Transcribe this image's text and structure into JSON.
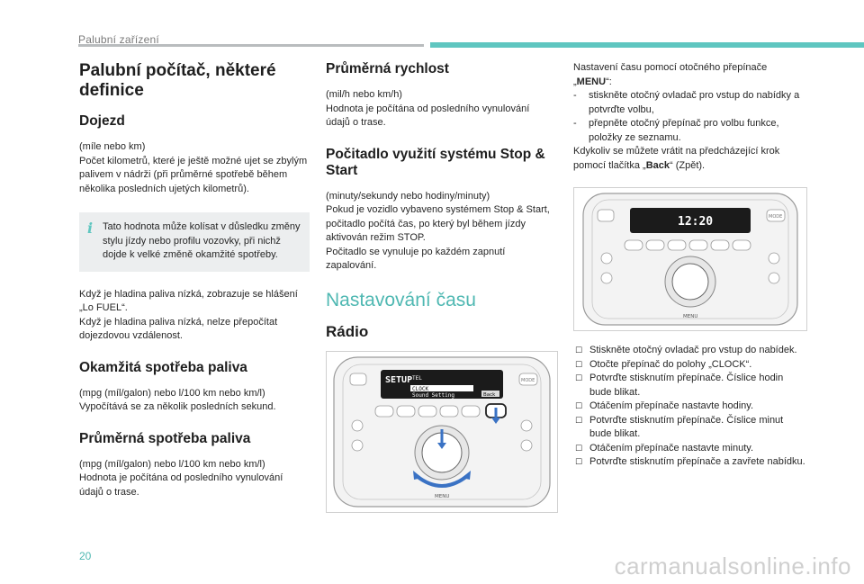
{
  "header": {
    "section_label": "Palubní zařízení"
  },
  "col1": {
    "title": "Palubní počítač, některé definice",
    "dojezd": {
      "heading": "Dojezd",
      "text": "(míle nebo km)\nPočet kilometrů, které je ještě možné ujet se zbylým palivem v nádrži (při průměrné spotřebě během několika posledních ujetých kilometrů)."
    },
    "note": "Tato hodnota může kolísat v důsledku změny stylu jízdy nebo profilu vozovky, při nichž dojde k velké změně okamžité spotřeby.",
    "lowfuel_text": "Když je hladina paliva nízká, zobrazuje se hlášení „Lo FUEL“.\nKdyž je hladina paliva nízká, nelze přepočítat dojezdovou vzdálenost.",
    "instant": {
      "heading": "Okamžitá spotřeba paliva",
      "text": "(mpg (míl/galon) nebo l/100 km nebo km/l)\nVypočítává se za několik posledních sekund."
    },
    "average": {
      "heading": "Průměrná spotřeba paliva",
      "text": "(mpg (míl/galon) nebo l/100 km nebo km/l)\nHodnota je počítána od posledního vynulování údajů o trase."
    }
  },
  "col2": {
    "speed": {
      "heading": "Průměrná rychlost",
      "text": "(mil/h nebo km/h)\nHodnota je počítána od posledního vynulování údajů o trase."
    },
    "stopstart": {
      "heading": "Počitadlo využití systému Stop & Start",
      "text": "(minuty/sekundy nebo hodiny/minuty)\nPokud je vozidlo vybaveno systémem Stop & Start, počitadlo počítá čas, po který byl během jízdy aktivován režim STOP.\nPočitadlo se vynuluje po každém zapnutí zapalování."
    },
    "section_title": "Nastavování času",
    "radio_heading": "Rádio",
    "radio_figure": {
      "screen_title": "SETUP",
      "menu_items": [
        "TEL",
        "CLOCK",
        "Sound Setting"
      ],
      "back_label": "Back",
      "mode_label": "MODE",
      "menu_label": "MENU"
    }
  },
  "col3": {
    "intro": "Nastavení času pomocí otočného přepínače „",
    "intro_bold": "MENU",
    "intro_end": "“:",
    "dash_items": [
      "stiskněte otočný ovladač pro vstup do nabídky a potvrďte volbu,",
      "přepněte otočný přepínač pro volbu funkce, položky ze seznamu."
    ],
    "back_text_1": "Kdykoliv se můžete vrátit na předcházející krok pomocí tlačítka „",
    "back_bold": "Back",
    "back_text_2": "“ (Zpět).",
    "clock_figure": {
      "time_display": "12:20",
      "mode_label": "MODE",
      "menu_label": "MENU"
    },
    "steps": [
      "Stiskněte otočný ovladač pro vstup do nabídek.",
      "Otočte přepínač do polohy „CLOCK“.",
      "Potvrďte stisknutím přepínače. Číslice hodin bude blikat.",
      "Otáčením přepínače nastavte hodiny.",
      "Potvrďte stisknutím přepínače. Číslice minut bude blikat.",
      "Otáčením přepínače nastavte minuty.",
      "Potvrďte stisknutím přepínače a zavřete nabídku."
    ]
  },
  "footer": {
    "page_number": "20",
    "watermark": "carmanualsonline.info"
  }
}
